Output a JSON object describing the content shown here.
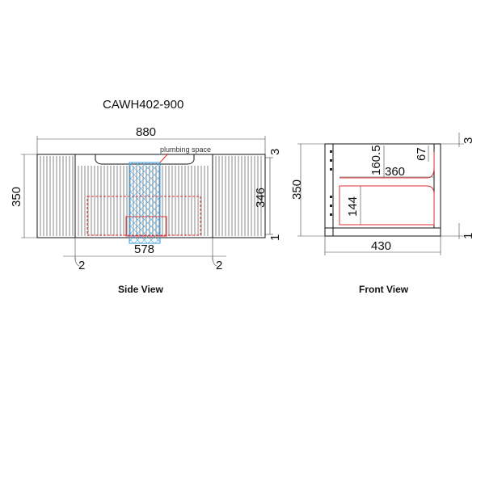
{
  "model": "CAWH402-900",
  "side_view": {
    "caption": "Side View",
    "width": "880",
    "height": "350",
    "inner_height": "346",
    "top_offset": "3",
    "bottom_offset": "1",
    "inner_width": "578",
    "left_gap": "2",
    "right_gap": "2",
    "plumbing_label": "plumbing space"
  },
  "front_view": {
    "caption": "Front View",
    "depth": "430",
    "height": "350",
    "top_offset": "3",
    "bottom_offset": "1",
    "drawer_height": "160.5",
    "drawer_depth": "360",
    "lip": "67",
    "lower_height": "144"
  },
  "colors": {
    "outline": "#111111",
    "drawer": "#e03030",
    "plumbing": "#3a9ee0"
  }
}
